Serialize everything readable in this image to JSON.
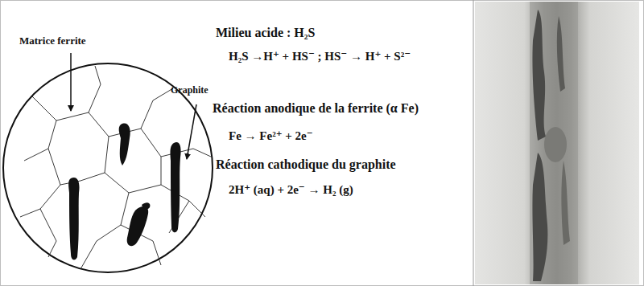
{
  "diagram": {
    "labels": [
      "Matrice ferrite",
      "Milieu acide : H₂S",
      "H₂S →H⁺ + HS⁻ ; HS⁻ → H⁺ + S²⁻",
      "Graphite",
      "Réaction anodique de la ferrite (α Fe)",
      "Fe → Fe²⁺ + 2e⁻",
      "Réaction cathodique du graphite",
      "2H⁺ (aq) + 2e⁻ → H₂ (g)"
    ]
  }
}
